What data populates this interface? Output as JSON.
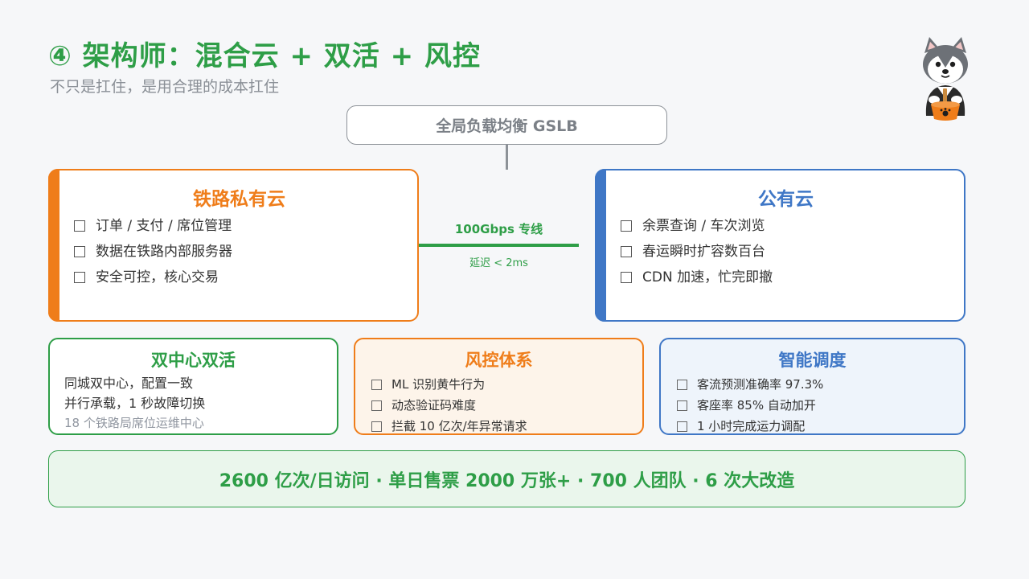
{
  "header": {
    "title": "④ 架构师：混合云 + 双活 + 风控",
    "subtitle": "不只是扛住，是用合理的成本扛住"
  },
  "gslb": {
    "label": "全局负载均衡 GSLB"
  },
  "private_cloud": {
    "title": "铁路私有云",
    "items": [
      "订单 / 支付 / 席位管理",
      "数据在铁路内部服务器",
      "安全可控，核心交易"
    ]
  },
  "link": {
    "label": "100Gbps 专线",
    "latency": "延迟 < 2ms"
  },
  "public_cloud": {
    "title": "公有云",
    "items": [
      "余票查询 / 车次浏览",
      "春运瞬时扩容数百台",
      "CDN 加速，忙完即撤"
    ]
  },
  "dual_active": {
    "title": "双中心双活",
    "lines": [
      "同城双中心，配置一致",
      "并行承载，1 秒故障切换",
      "18 个铁路局席位运维中心"
    ]
  },
  "risk_control": {
    "title": "风控体系",
    "items": [
      "ML 识别黄牛行为",
      "动态验证码难度",
      "拦截 10 亿次/年异常请求"
    ]
  },
  "smart_scheduling": {
    "title": "智能调度",
    "items": [
      "客流预测准确率 97.3%",
      "客座率 85% 自动加开",
      "1 小时完成运力调配"
    ]
  },
  "stats": {
    "text": "2600 亿次/日访问 · 单日售票 2000 万张+ · 700 人团队 · 6 次大改造"
  },
  "colors": {
    "green": "#2e9e47",
    "orange": "#ef7d1a",
    "blue": "#3f77c6",
    "gray": "#8d9298"
  },
  "icons": {
    "mascot": "husky-mascot-icon",
    "checkbox": "checkbox-icon"
  }
}
